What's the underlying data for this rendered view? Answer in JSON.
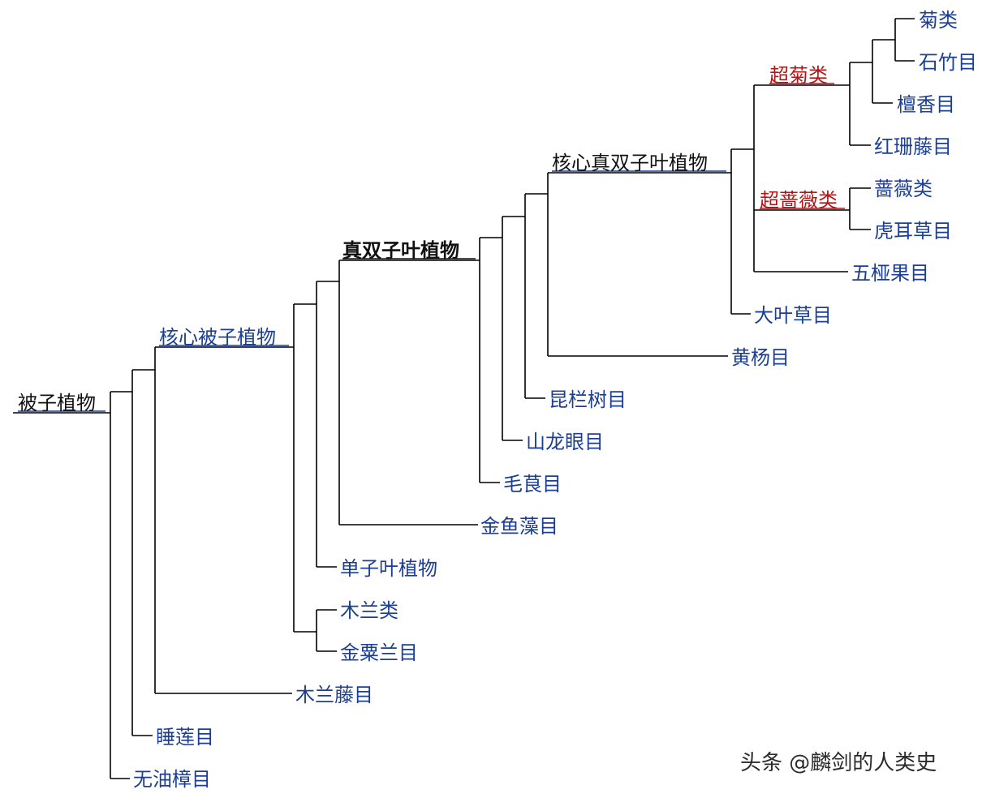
{
  "diagram": {
    "type": "phylogenetic-tree",
    "root": "被子植物",
    "clades": {
      "angiosperms": "被子植物",
      "core_angiosperms": "核心被子植物",
      "eudicots": "真双子叶植物",
      "core_eudicots": "核心真双子叶植物",
      "superasterids": "超菊类",
      "superrosids": "超蔷薇类"
    },
    "taxa": {
      "asterids": "菊类",
      "caryophyllales": "石竹目",
      "santalales": "檀香目",
      "berberidopsidales": "红珊藤目",
      "rosids": "蔷薇类",
      "saxifragales": "虎耳草目",
      "dilleniales": "五桠果目",
      "gunnerales": "大叶草目",
      "buxales": "黄杨目",
      "trochodendrales": "昆栏树目",
      "proteales": "山龙眼目",
      "ranunculales": "毛茛目",
      "ceratophyllales": "金鱼藻目",
      "monocots": "单子叶植物",
      "magnoliids": "木兰类",
      "chloranthales": "金粟兰目",
      "austrobaileyales": "木兰藤目",
      "nymphaeales": "睡莲目",
      "amborellales": "无油樟目"
    }
  },
  "watermark": "头条 @麟剑的人类史"
}
